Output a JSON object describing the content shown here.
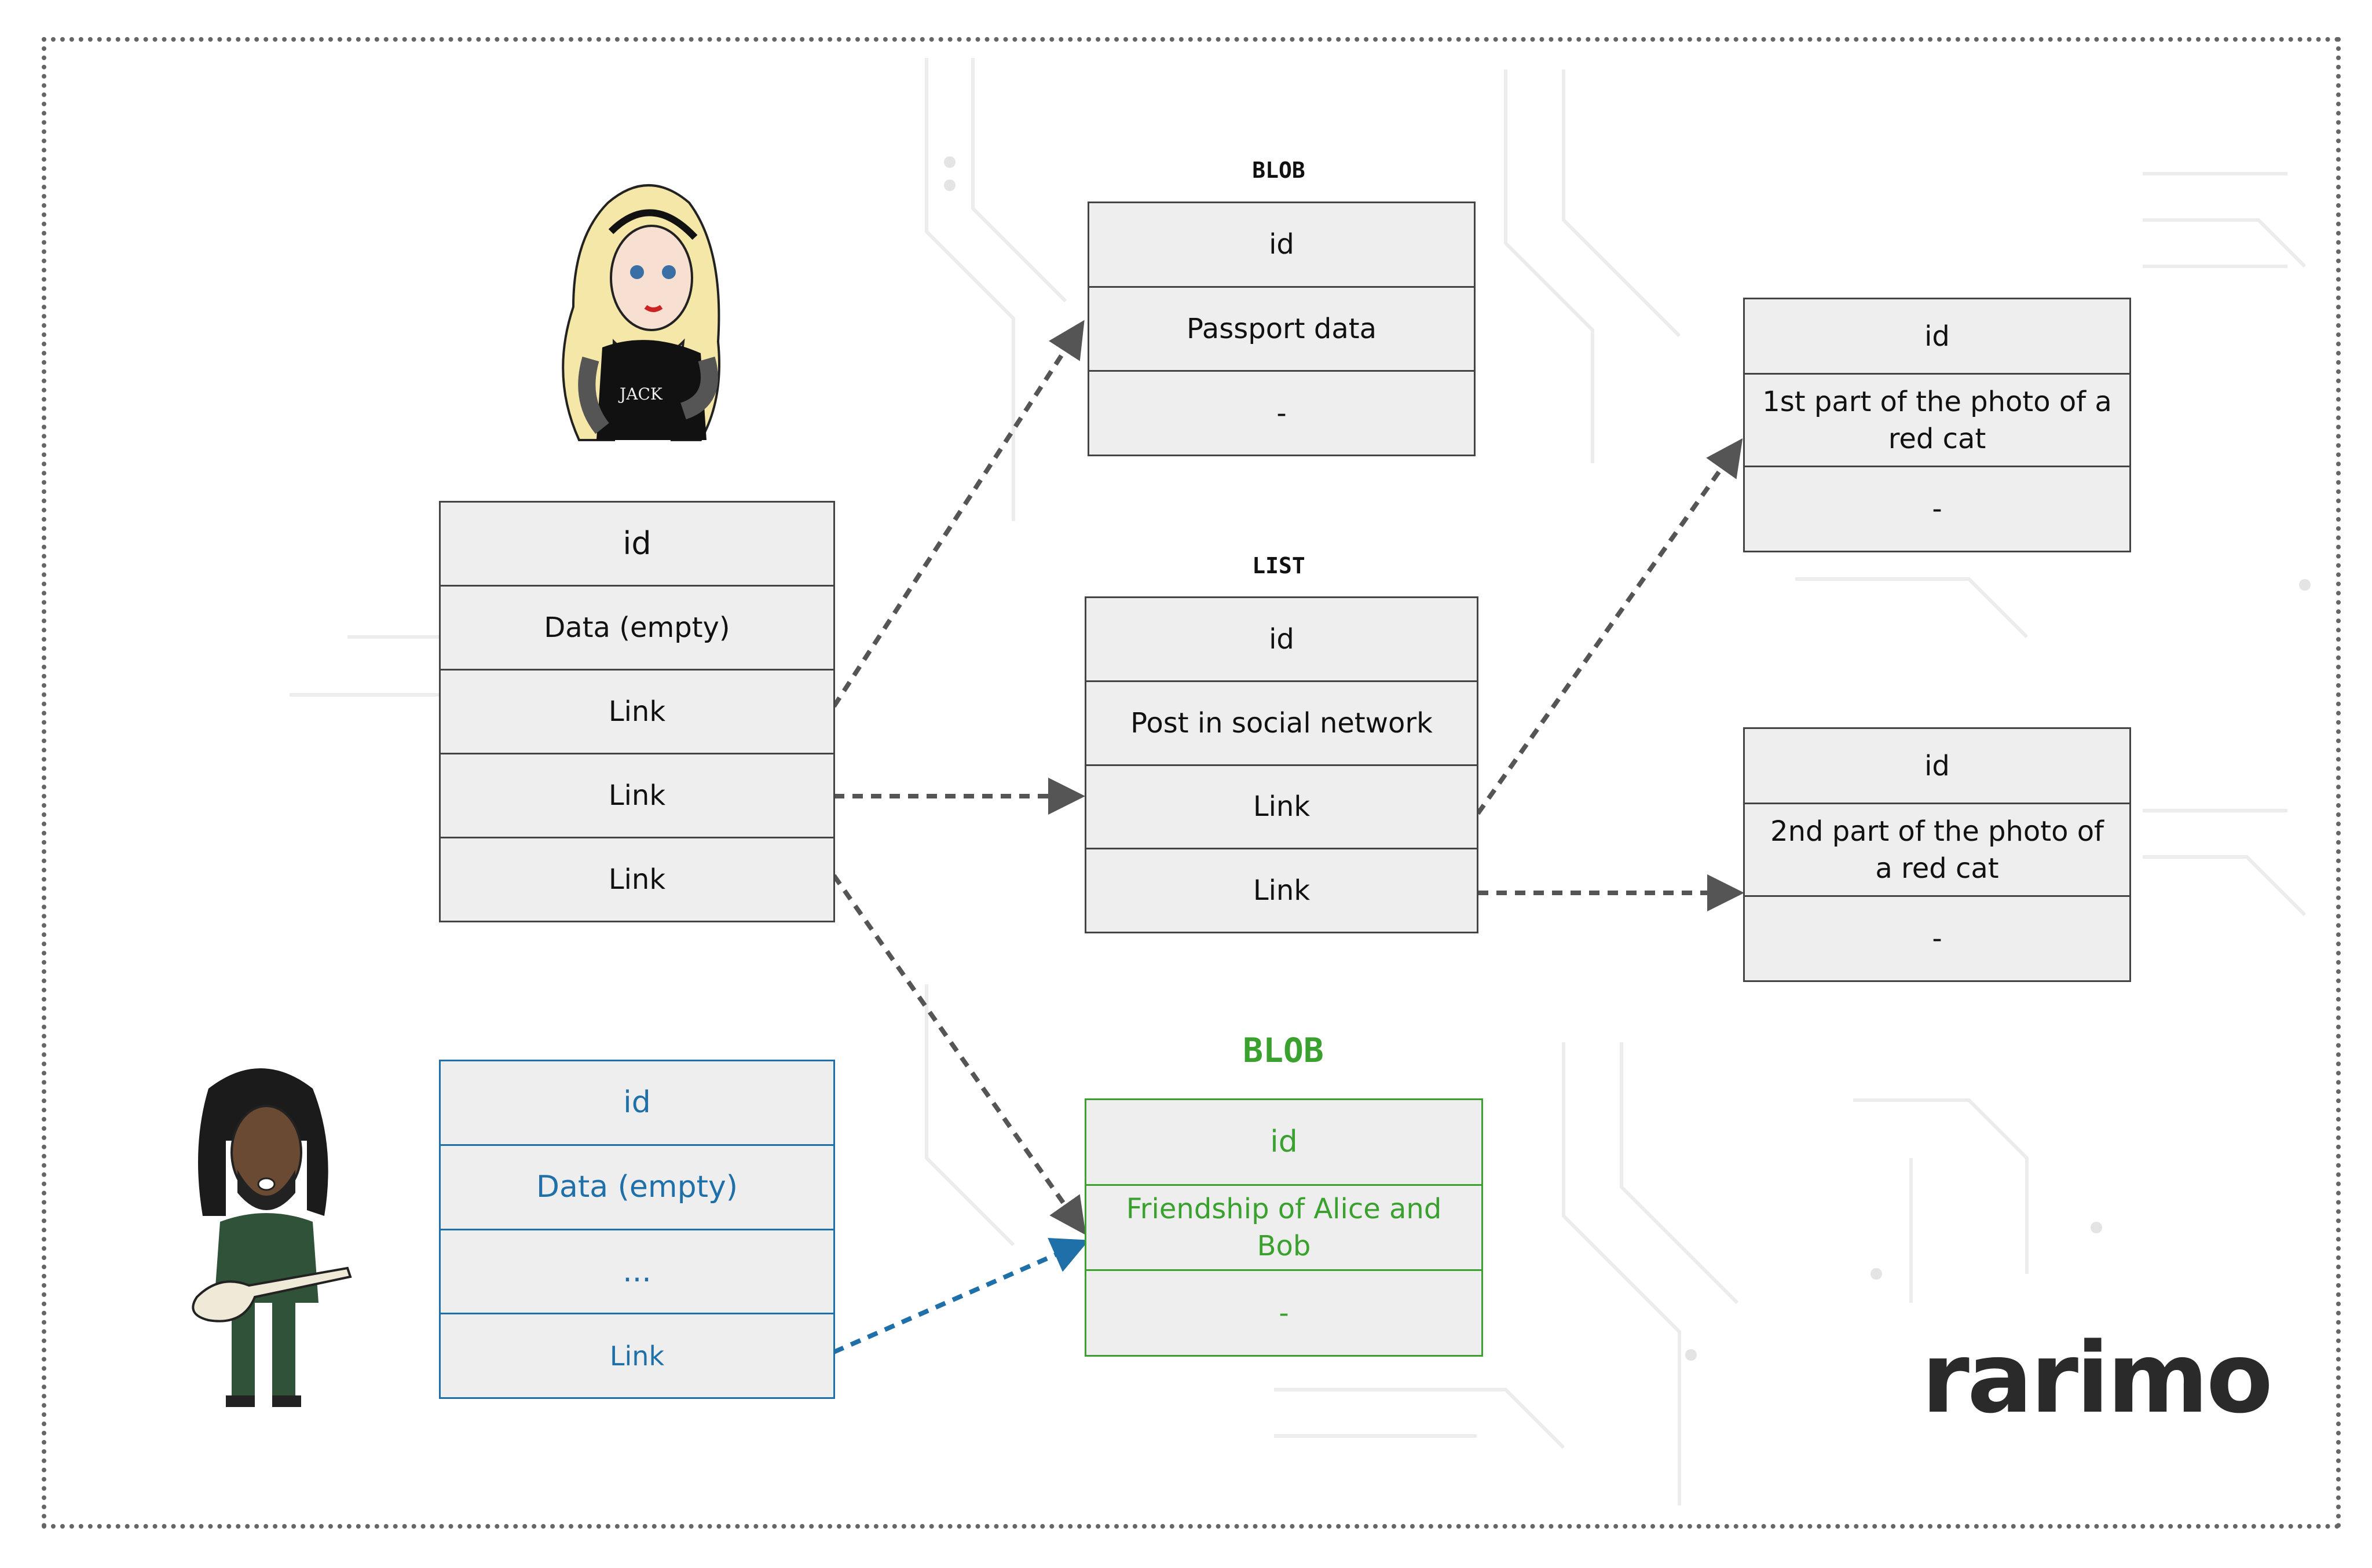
{
  "colors": {
    "gray_border": "#444444",
    "cell_fill": "#eeeeee",
    "blue": "#1f6fa8",
    "green": "#3aa12f",
    "arrow_gray": "#555555",
    "frame": "#666666"
  },
  "alice_node": {
    "rows": [
      "id",
      "Data (empty)",
      "Link",
      "Link",
      "Link"
    ]
  },
  "bob_node": {
    "rows": [
      "id",
      "Data (empty)",
      "...",
      "Link"
    ]
  },
  "blob_passport": {
    "label": "BLOB",
    "rows": [
      "id",
      "Passport data",
      "-"
    ]
  },
  "list_post": {
    "label": "LIST",
    "rows": [
      "id",
      "Post in social network",
      "Link",
      "Link"
    ]
  },
  "photo_part1": {
    "rows": [
      "id",
      "1st part of the photo of a red cat",
      "-"
    ]
  },
  "photo_part2": {
    "rows": [
      "id",
      "2nd part of the photo of a red cat",
      "-"
    ]
  },
  "blob_friendship": {
    "label": "BLOB",
    "rows": [
      "id",
      "Friendship of Alice and Bob",
      "-"
    ]
  },
  "logo": {
    "text": "rarimo"
  },
  "avatars": {
    "alice": "alice-illustration",
    "bob": "bob-guitarist-illustration"
  }
}
